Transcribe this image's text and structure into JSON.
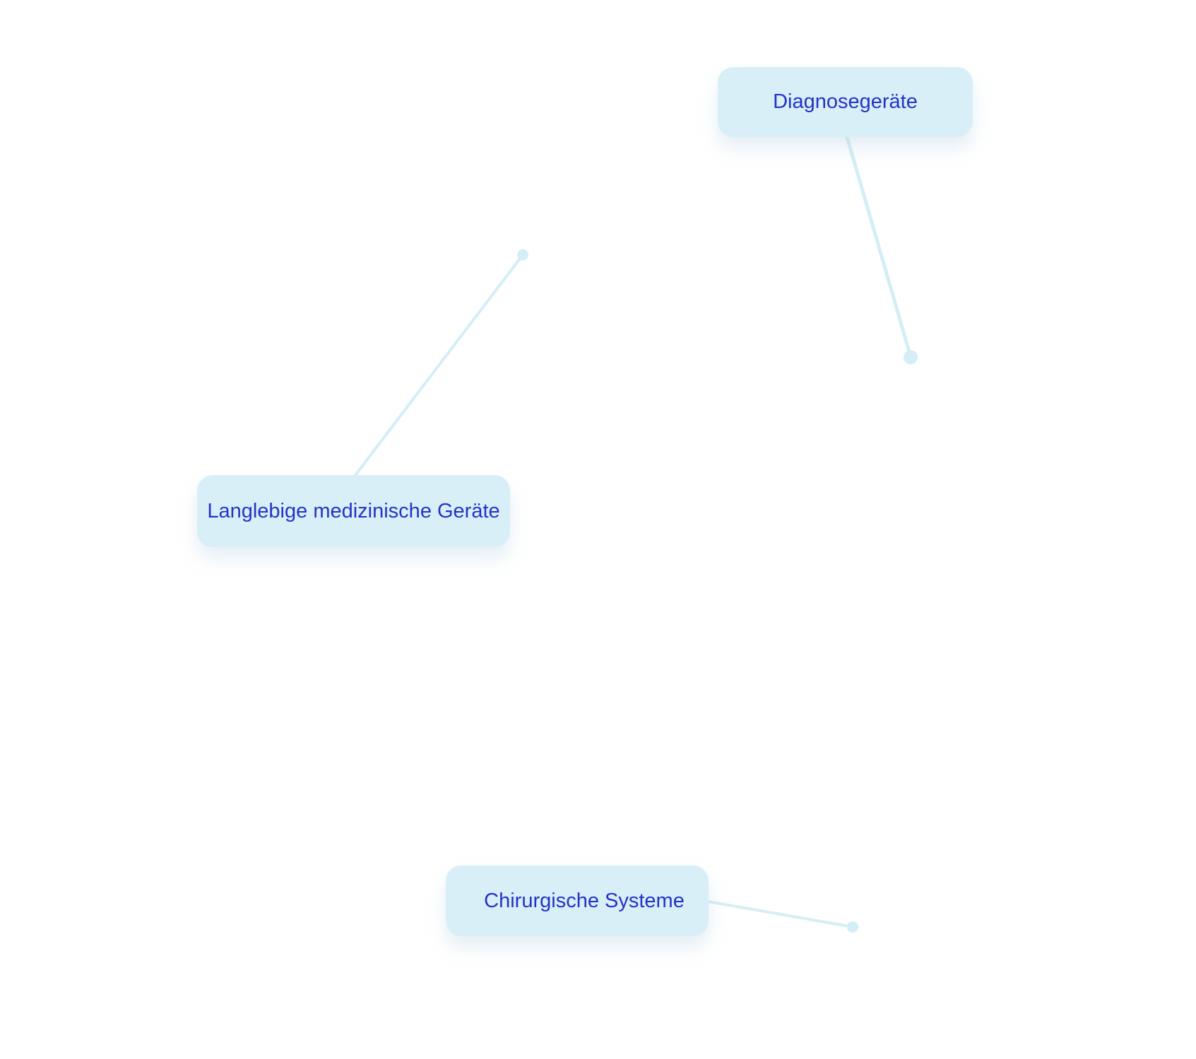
{
  "colors": {
    "background": "#ffffff",
    "node_fill": "#d8eff7",
    "node_text": "#2433c7",
    "connector": "#d4eef6",
    "endpoint": "#d4eef6"
  },
  "nodes": {
    "diagnose": {
      "label": "Diagnosegeräte"
    },
    "langlebig": {
      "label": "Langlebige medizinische Geräte"
    },
    "chirurgisch": {
      "label": "Chirurgische Systeme"
    }
  }
}
